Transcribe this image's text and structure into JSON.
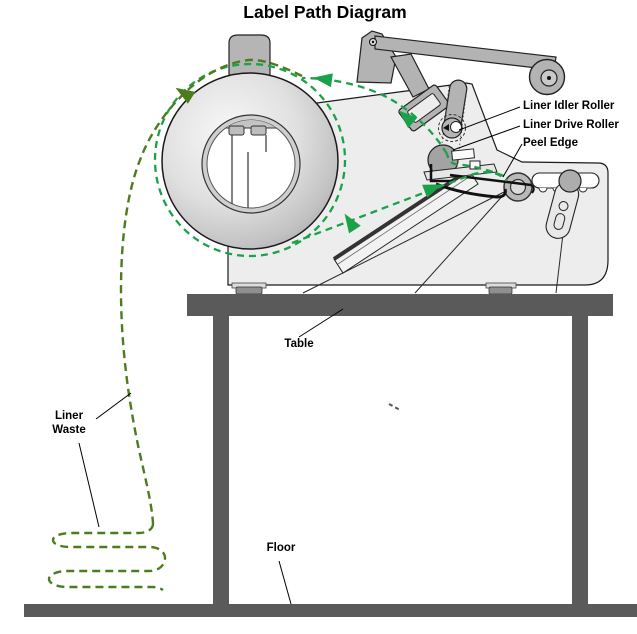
{
  "title": "Label Path Diagram",
  "labels": {
    "liner_idler_roller": "Liner Idler Roller",
    "liner_drive_roller": "Liner Drive Roller",
    "peel_edge": "Peel Edge",
    "table": "Table",
    "liner_waste_line1": "Liner",
    "liner_waste_line2": "Waste",
    "floor": "Floor"
  },
  "colors": {
    "label_path_green": "#19a24a",
    "liner_waste_green": "#4e7b1e",
    "machine_body_gray": "#ededed",
    "metal_gray": "#b3b3b3",
    "table_floor_gray": "#5a5a5a"
  }
}
